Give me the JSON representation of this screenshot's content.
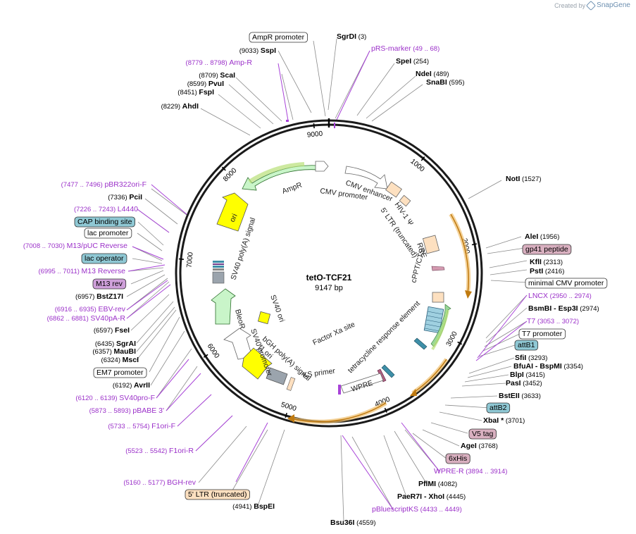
{
  "credit": {
    "prefix": "Created by",
    "brand": "SnapGene"
  },
  "plasmid": {
    "name": "tetO-TCF21",
    "size": "9147 bp"
  },
  "ticks": [
    "1000",
    "2000",
    "3000",
    "4000",
    "5000",
    "6000",
    "7000",
    "8000",
    "9000"
  ],
  "colors": {
    "feature_text": "#9b30c9",
    "enzyme_text": "#000000",
    "backbone": "#1a1a1a"
  },
  "labels": [
    {
      "pre": "",
      "name": "AmpR promoter",
      "post": "",
      "style": "box_white"
    },
    {
      "pre": "",
      "name": "SgrDI",
      "post": "(3)",
      "style": "enzyme"
    },
    {
      "pre": "",
      "name": "pRS-marker",
      "post": "(49 .. 68)",
      "style": "primer"
    },
    {
      "pre": "(9033)",
      "name": "SspI",
      "post": "",
      "style": "enzyme"
    },
    {
      "pre": "",
      "name": "SpeI",
      "post": "(254)",
      "style": "enzyme"
    },
    {
      "pre": "(8779 .. 8798)",
      "name": "Amp-R",
      "post": "",
      "style": "primer"
    },
    {
      "pre": "",
      "name": "NdeI",
      "post": "(489)",
      "style": "enzyme"
    },
    {
      "pre": "(8709)",
      "name": "ScaI",
      "post": "",
      "style": "enzyme"
    },
    {
      "pre": "",
      "name": "SnaBI",
      "post": "(595)",
      "style": "enzyme"
    },
    {
      "pre": "(8599)",
      "name": "PvuI",
      "post": "",
      "style": "enzyme"
    },
    {
      "pre": "(8451)",
      "name": "FspI",
      "post": "",
      "style": "enzyme"
    },
    {
      "pre": "(8229)",
      "name": "AhdI",
      "post": "",
      "style": "enzyme"
    },
    {
      "pre": "",
      "name": "NotI",
      "post": "(1527)",
      "style": "enzyme"
    },
    {
      "pre": "(7477 .. 7496)",
      "name": "pBR322ori-F",
      "post": "",
      "style": "primer"
    },
    {
      "pre": "(7336)",
      "name": "PciI",
      "post": "",
      "style": "enzyme"
    },
    {
      "pre": "(7226 .. 7243)",
      "name": "L4440",
      "post": "",
      "style": "primer"
    },
    {
      "pre": "",
      "name": "CAP binding site",
      "post": "",
      "style": "box_teal"
    },
    {
      "pre": "",
      "name": "lac promoter",
      "post": "",
      "style": "box_white"
    },
    {
      "pre": "",
      "name": "AleI",
      "post": "(1956)",
      "style": "enzyme"
    },
    {
      "pre": "",
      "name": "gp41 peptide",
      "post": "",
      "style": "box_pink"
    },
    {
      "pre": "(7008 .. 7030)",
      "name": "M13/pUC Reverse",
      "post": "",
      "style": "primer"
    },
    {
      "pre": "",
      "name": "lac operator",
      "post": "",
      "style": "box_teal"
    },
    {
      "pre": "",
      "name": "KflI",
      "post": "(2313)",
      "style": "enzyme"
    },
    {
      "pre": "",
      "name": "PstI",
      "post": "(2416)",
      "style": "enzyme"
    },
    {
      "pre": "(6995 .. 7011)",
      "name": "M13 Reverse",
      "post": "",
      "style": "primer"
    },
    {
      "pre": "",
      "name": "minimal CMV promoter",
      "post": "",
      "style": "box_white"
    },
    {
      "pre": "",
      "name": "M13 rev",
      "post": "",
      "style": "box_purple"
    },
    {
      "pre": "",
      "name": "LNCX",
      "post": "(2950 .. 2974)",
      "style": "primer"
    },
    {
      "pre": "(6957)",
      "name": "BstZ17I",
      "post": "",
      "style": "enzyme"
    },
    {
      "pre": "",
      "name": "BsmBI - Esp3I",
      "post": "(2974)",
      "style": "enzyme"
    },
    {
      "pre": "(6916 .. 6935)",
      "name": "EBV-rev",
      "post": "",
      "style": "primer"
    },
    {
      "pre": "(6862 .. 6881)",
      "name": "SV40pA-R",
      "post": "",
      "style": "primer"
    },
    {
      "pre": "",
      "name": "T7",
      "post": "(3053 .. 3072)",
      "style": "primer"
    },
    {
      "pre": "(6597)",
      "name": "FseI",
      "post": "",
      "style": "enzyme"
    },
    {
      "pre": "",
      "name": "T7 promoter",
      "post": "",
      "style": "box_white"
    },
    {
      "pre": "(6435)",
      "name": "SgrAI",
      "post": "",
      "style": "enzyme"
    },
    {
      "pre": "",
      "name": "attB1",
      "post": "",
      "style": "box_teal"
    },
    {
      "pre": "(6357)",
      "name": "MauBI",
      "post": "",
      "style": "enzyme"
    },
    {
      "pre": "",
      "name": "SfiI",
      "post": "(3293)",
      "style": "enzyme"
    },
    {
      "pre": "(6324)",
      "name": "MscI",
      "post": "",
      "style": "enzyme"
    },
    {
      "pre": "",
      "name": "BfuAI - BspMI",
      "post": "(3354)",
      "style": "enzyme"
    },
    {
      "pre": "",
      "name": "EM7 promoter",
      "post": "",
      "style": "box_white"
    },
    {
      "pre": "",
      "name": "BlpI",
      "post": "(3415)",
      "style": "enzyme"
    },
    {
      "pre": "(6192)",
      "name": "AvrII",
      "post": "",
      "style": "enzyme"
    },
    {
      "pre": "",
      "name": "PasI",
      "post": "(3452)",
      "style": "enzyme"
    },
    {
      "pre": "(6120 .. 6139)",
      "name": "SV40pro-F",
      "post": "",
      "style": "primer"
    },
    {
      "pre": "",
      "name": "BstEII",
      "post": "(3633)",
      "style": "enzyme"
    },
    {
      "pre": "(5873 .. 5893)",
      "name": "pBABE 3'",
      "post": "",
      "style": "primer"
    },
    {
      "pre": "",
      "name": "attB2",
      "post": "",
      "style": "box_teal"
    },
    {
      "pre": "",
      "name": "XbaI *",
      "post": "(3701)",
      "style": "enzyme"
    },
    {
      "pre": "(5733 .. 5754)",
      "name": "F1ori-F",
      "post": "",
      "style": "primer"
    },
    {
      "pre": "",
      "name": "V5 tag",
      "post": "",
      "style": "box_pink"
    },
    {
      "pre": "",
      "name": "AgeI",
      "post": "(3768)",
      "style": "enzyme"
    },
    {
      "pre": "(5523 .. 5542)",
      "name": "F1ori-R",
      "post": "",
      "style": "primer"
    },
    {
      "pre": "",
      "name": "6xHis",
      "post": "",
      "style": "box_pink"
    },
    {
      "pre": "",
      "name": "WPRE-R",
      "post": "(3894 .. 3914)",
      "style": "primer"
    },
    {
      "pre": "",
      "name": "PflMI",
      "post": "(4082)",
      "style": "enzyme"
    },
    {
      "pre": "(5160 .. 5177)",
      "name": "BGH-rev",
      "post": "",
      "style": "primer"
    },
    {
      "pre": "",
      "name": "PaeR7I - XhoI",
      "post": "(4445)",
      "style": "enzyme"
    },
    {
      "pre": "",
      "name": "5' LTR (truncated)",
      "post": "",
      "style": "box_orange"
    },
    {
      "pre": "",
      "name": "pBluescriptKS",
      "post": "(4433 .. 4449)",
      "style": "primer"
    },
    {
      "pre": "(4941)",
      "name": "BspEI",
      "post": "",
      "style": "enzyme"
    },
    {
      "pre": "",
      "name": "Bsu36I",
      "post": "(4559)",
      "style": "enzyme"
    }
  ],
  "inner_labels": [
    "AmpR",
    "CMV enhancer",
    "CMV promoter",
    "HIV-1 Ψ",
    "5' LTR (truncated)",
    "RRE",
    "cPPT/CTS",
    "tetracycline response element",
    "WPRE",
    "Factor Xa site",
    "ori",
    "SV40 poly(A) signal",
    "SV40 promoter",
    "BleoR",
    "SV40 ori",
    "bGH poly(A) signal",
    "f1 ori",
    "KS primer"
  ]
}
